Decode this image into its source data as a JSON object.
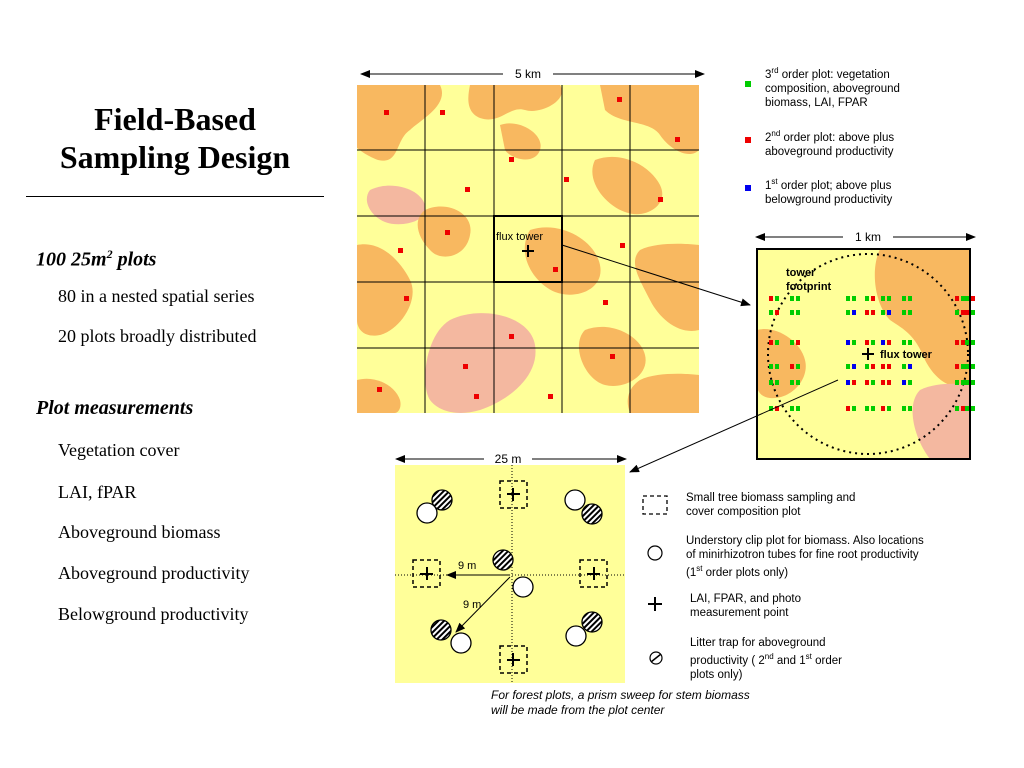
{
  "slide": {
    "title_line1": "Field-Based",
    "title_line2": "Sampling Design",
    "section1": {
      "heading_main": "100 25m",
      "heading_sup": "2",
      "heading_rest": " plots",
      "items": [
        "80 in a nested spatial series",
        "20 plots broadly distributed"
      ]
    },
    "section2": {
      "heading": "Plot measurements",
      "items": [
        "Vegetation cover",
        "LAI, fPAR",
        "Aboveground biomass",
        "Aboveground productivity",
        "Belowground productivity"
      ]
    }
  },
  "map5km": {
    "scale_label": "5 km",
    "tower_label": "flux tower"
  },
  "map1km": {
    "scale_label": "1 km",
    "footprint_line1": "tower",
    "footprint_line2": "footprint",
    "tower_label": "flux tower"
  },
  "plot25m": {
    "scale_label": "25 m",
    "dist1": "9 m",
    "dist2": "9 m"
  },
  "plot_legend": [
    {
      "symbol": "dashed-square",
      "lines": [
        "3rd order plot: vegetation",
        "composition, aboveground",
        "biomass, LAI, FPAR"
      ]
    }
  ],
  "order_legend": {
    "third": {
      "sup": "rd",
      "pre": "3",
      "line1": " order plot: vegetation",
      "line2": "composition, aboveground",
      "line3": "biomass, LAI, FPAR",
      "color": "#00cc00"
    },
    "second": {
      "sup": "nd",
      "pre": "2",
      "line1": " order plot: above plus",
      "line2": "aboveground productivity",
      "color": "#ee0000"
    },
    "first": {
      "sup": "st",
      "pre": "1",
      "line1": " order plot; above plus",
      "line2": "belowground productivity",
      "color": "#0000ee"
    }
  },
  "symbol_legend": {
    "square": {
      "line1": "Small tree biomass sampling and",
      "line2": "cover composition  plot"
    },
    "circle": {
      "line1": "Understory clip plot for biomass. Also locations",
      "line2": "of minirhizotron tubes for fine root productivity",
      "line3_pre": "(1",
      "line3_sup": "st",
      "line3_post": " order plots only)"
    },
    "plus": {
      "line1": "LAI, FPAR, and photo",
      "line2": "measurement point"
    },
    "hatched": {
      "line1": "Litter trap for aboveground",
      "line2_pre": "productivity  ( 2",
      "line2_sup": "nd",
      "line2_mid": " and 1",
      "line2_sup2": "st",
      "line2_post": "  order",
      "line3": "plots only)"
    }
  },
  "caption": {
    "line1": "For forest plots, a prism sweep for stem biomass",
    "line2": "will be made from the plot center"
  },
  "colors": {
    "yellow": "#ffff99",
    "orange": "#f8b860",
    "pink": "#f4b8a0",
    "red": "#ee0000",
    "green": "#00cc00",
    "blue": "#0000ee"
  }
}
